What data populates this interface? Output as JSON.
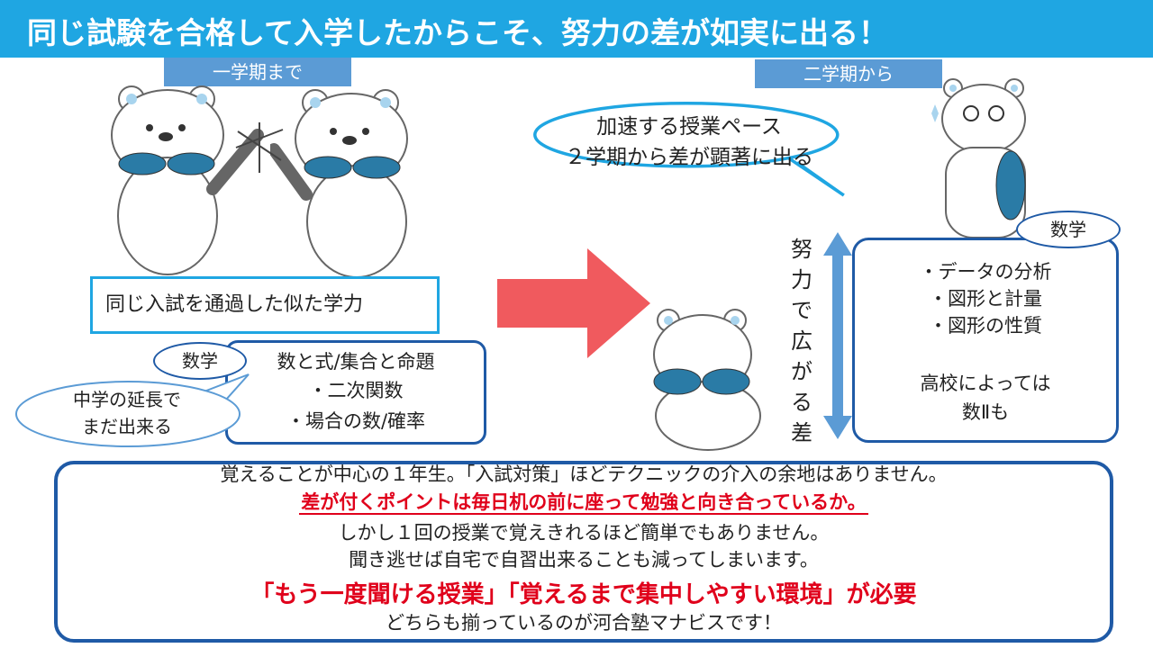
{
  "title": "同じ試験を合格して入学したからこそ、努力の差が如実に出る！",
  "terms": {
    "first": "一学期まで",
    "second": "二学期から"
  },
  "speech_bubble": {
    "line1": "加速する授業ペース",
    "line2": "２学期から差が顕著に出る"
  },
  "label_same_ability": "同じ入試を通過した似た学力",
  "vertical_text": [
    "努",
    "力",
    "で",
    "広",
    "が",
    "る",
    "差"
  ],
  "math_first": {
    "tag": "数学",
    "items": [
      "数と式/集合と命題",
      "・二次関数",
      "・場合の数/確率"
    ],
    "thought": {
      "line1": "中学の延長で",
      "line2": "まだ出来る"
    }
  },
  "math_second": {
    "tag": "数学",
    "items": [
      "・データの分析",
      "・図形と計量",
      "・図形の性質"
    ],
    "note_line1": "高校によっては",
    "note_line2": "数Ⅱも"
  },
  "bottom": {
    "line1": "覚えることが中心の１年生。「入試対策」ほどテクニックの介入の余地はありません。",
    "line2": "差が付くポイントは毎日机の前に座って勉強と向き合っているか。",
    "line3": "しかし１回の授業で覚えきれるほど簡単でもありません。",
    "line4": "聞き逃せば自宅で自習出来ることも減ってしまいます。",
    "line5": "「もう一度聞ける授業」「覚えるまで集中しやすい環境」が必要",
    "line6": "どちらも揃っているのが河合塾マナビスです！"
  },
  "colors": {
    "title_bg": "#1fa6e2",
    "accent_red": "#e0001b",
    "box_blue": "#1f5aa6",
    "arrow_red": "#f05a5e",
    "scarf": "#2a7ba6"
  }
}
